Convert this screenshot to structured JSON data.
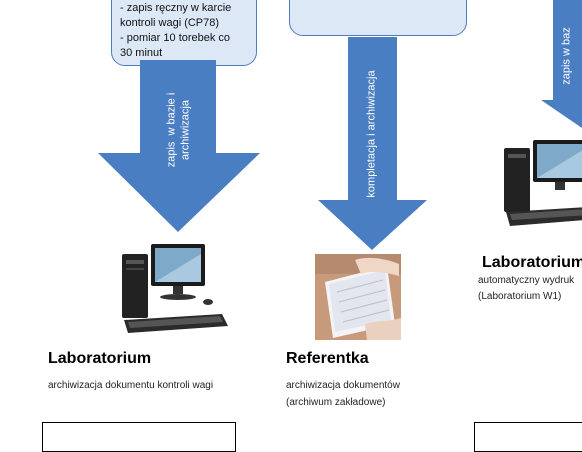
{
  "top_left_note": {
    "lines": [
      "- zapis ręczny w karcie",
      "kontroli wagi (CP78)",
      "- pomiar 10 torebek co",
      "30 minut"
    ]
  },
  "arrows": {
    "left": "zapis  w bazie i\narchiwizacja",
    "center": "kompletacja i archiwizacja",
    "right": "zapis  w baz"
  },
  "sections": {
    "lab_left": {
      "title": "Laboratorium",
      "desc": "archiwizacja dokumentu kontroli wagi"
    },
    "referentka": {
      "title": "Referentka",
      "desc_lines": [
        "archiwizacja dokumentów",
        "(archiwum zakładowe)"
      ]
    },
    "lab_right": {
      "title": "Laboratorium",
      "desc_lines": [
        "automatyczny wydruk",
        "(Laboratorium W1)"
      ]
    }
  },
  "colors": {
    "arrow_fill": "#4a7ec3",
    "box_fill": "#dde8f7",
    "box_border": "#4f7bbf"
  },
  "icons": [
    "desktop-computer-icon",
    "document-folder-photo",
    "desktop-computer-icon"
  ]
}
